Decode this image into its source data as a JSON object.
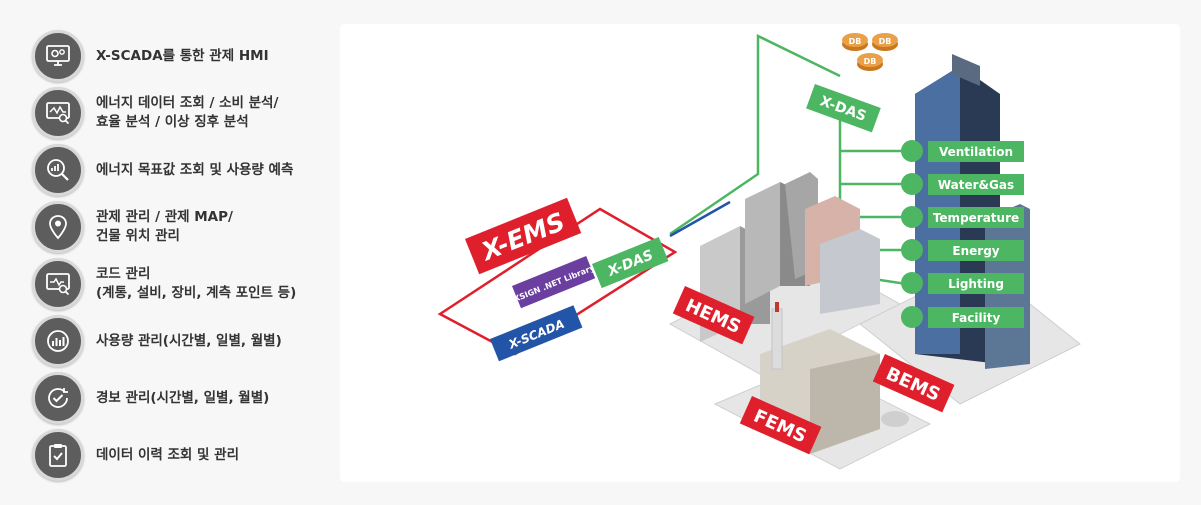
{
  "features": [
    {
      "lines": [
        "X-SCADA를 통한 관제 HMI"
      ],
      "icon": "monitor-gears-icon"
    },
    {
      "lines": [
        "에너지 데이터 조회 / 소비 분석/",
        "효율 분석 / 이상 징후 분석"
      ],
      "icon": "monitor-analysis-icon"
    },
    {
      "lines": [
        "에너지 목표값 조회 및 사용량 예측"
      ],
      "icon": "chart-search-icon"
    },
    {
      "lines": [
        "관제 관리 / 관제 MAP/",
        "건물 위치 관리"
      ],
      "icon": "map-pin-icon"
    },
    {
      "lines": [
        "코드 관리",
        "(계통, 설비, 장비, 계측 포인트 등)"
      ],
      "icon": "monitor-search-icon"
    },
    {
      "lines": [
        "사용량 관리(시간별, 일별, 월별)"
      ],
      "icon": "bar-chart-icon"
    },
    {
      "lines": [
        "경보 관리(시간별, 일별, 월별)"
      ],
      "icon": "alarm-check-icon"
    },
    {
      "lines": [
        "데이터 이력 조회 및 관리"
      ],
      "icon": "clipboard-check-icon"
    }
  ],
  "diagram": {
    "xems_label": "X-EMS",
    "xdas_label": "X-DAS",
    "xdas_badge": "X-DAS",
    "xsignnet_label": "XSIGN .NET Library",
    "xscada_label": "X-SCADA",
    "db_label": "DB",
    "hems_label": "HEMS",
    "bems_label": "BEMS",
    "fems_label": "FEMS",
    "categories": [
      "Ventilation",
      "Water&Gas",
      "Temperature",
      "Energy",
      "Lighting",
      "Facility"
    ],
    "colors": {
      "green": "#4cb662",
      "red": "#e01f2c",
      "purple": "#6b3fa0",
      "blue": "#2255a8",
      "gold": "#d98a2b",
      "icon_bg": "#5d5d5d"
    }
  }
}
